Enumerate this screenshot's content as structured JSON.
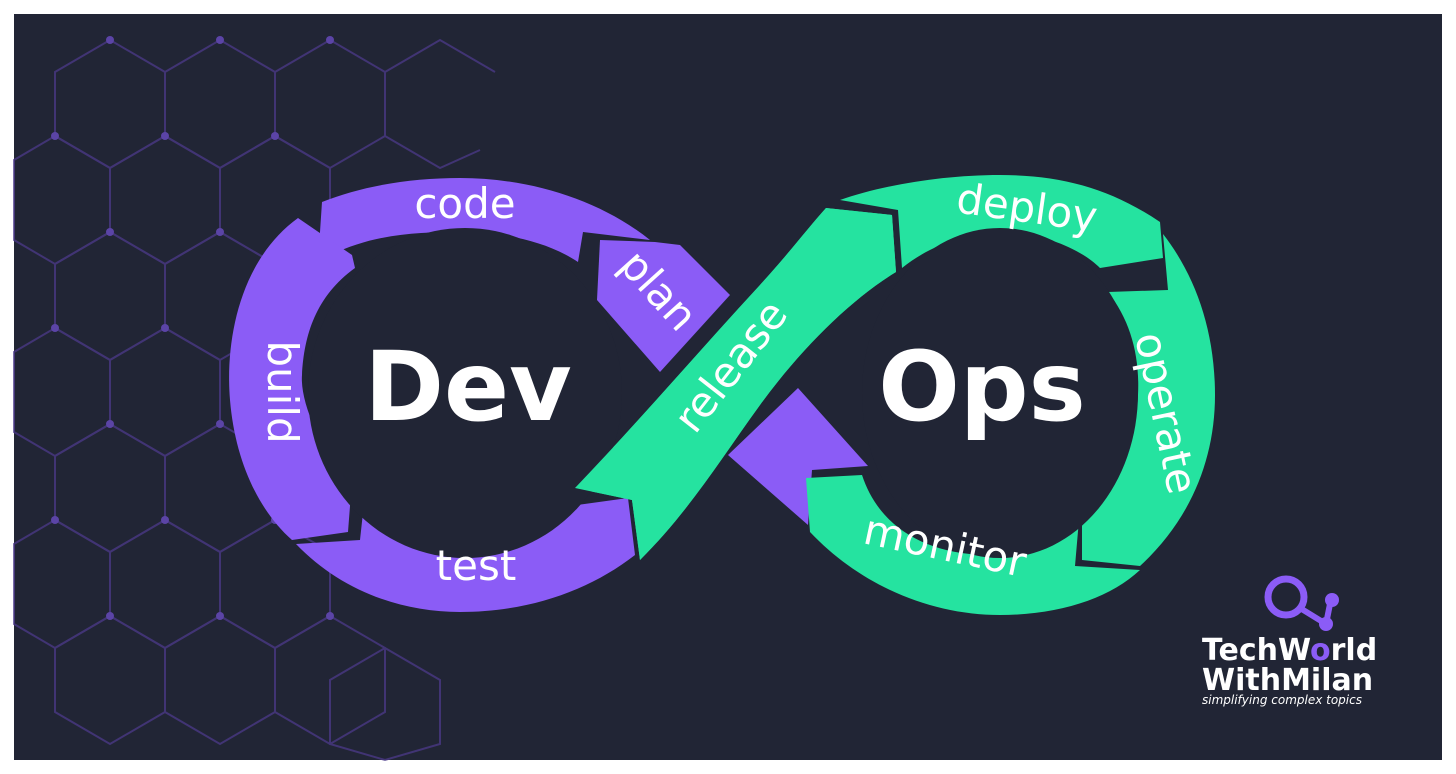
{
  "center": {
    "left_word": "Dev",
    "right_word": "Ops"
  },
  "stages": {
    "code": "code",
    "plan": "plan",
    "build": "build",
    "test": "test",
    "release": "release",
    "deploy": "deploy",
    "operate": "operate",
    "monitor": "monitor"
  },
  "brand": {
    "line1_a": "TechW",
    "line1_b": "rld",
    "line2": "WithMilan",
    "tagline": "simplifying complex topics"
  },
  "colors": {
    "background": "#212535",
    "dev": "#8b5cf6",
    "ops": "#25e3a0",
    "hex_pattern": "#4c3a8a",
    "text": "#ffffff"
  }
}
